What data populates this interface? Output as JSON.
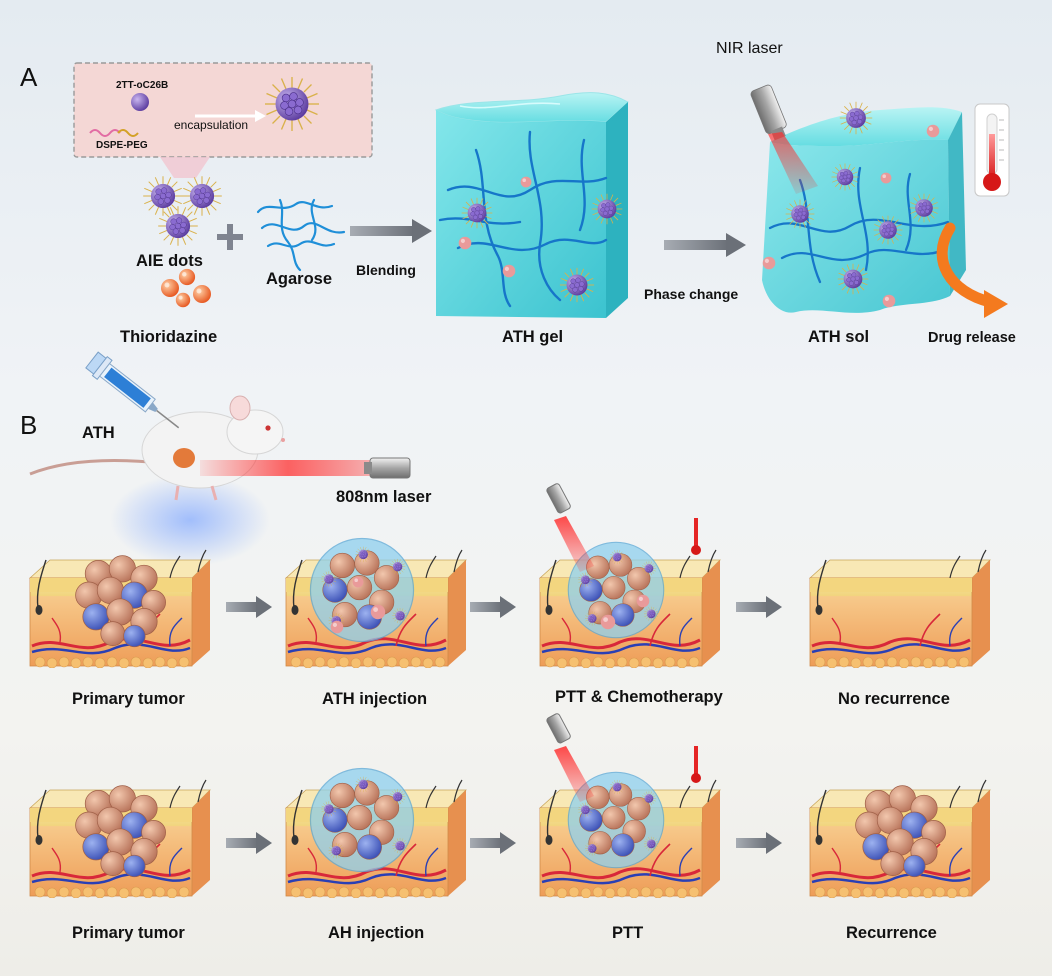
{
  "panel_a": {
    "letter": "A",
    "inset_molecule": "2TT-oC26B",
    "inset_polymer": "DSPE-PEG",
    "inset_process": "encapsulation",
    "aie_dots": "AIE dots",
    "agarose": "Agarose",
    "thioridazine": "Thioridazine",
    "blending": "Blending",
    "gel": "ATH gel",
    "phase_change": "Phase change",
    "nir_laser": "NIR laser",
    "sol": "ATH sol",
    "drug_release": "Drug release"
  },
  "panel_b": {
    "letter": "B",
    "ath_syringe": "ATH",
    "laser": "808nm laser",
    "row1": [
      "Primary tumor",
      "ATH injection",
      "PTT & Chemotherapy",
      "No recurrence"
    ],
    "row2": [
      "Primary tumor",
      "AH injection",
      "PTT",
      "Recurrence"
    ]
  },
  "colors": {
    "hydrogel": "#45d3dc",
    "agarose_fiber": "#1f8fd8",
    "aie_dot": "#7b5bc0",
    "drug": "#f46a3a",
    "laser": "#ff3b3b",
    "skin": "#f3d98d",
    "tissue": "#f4b06a",
    "arrow": "#7b8088"
  }
}
